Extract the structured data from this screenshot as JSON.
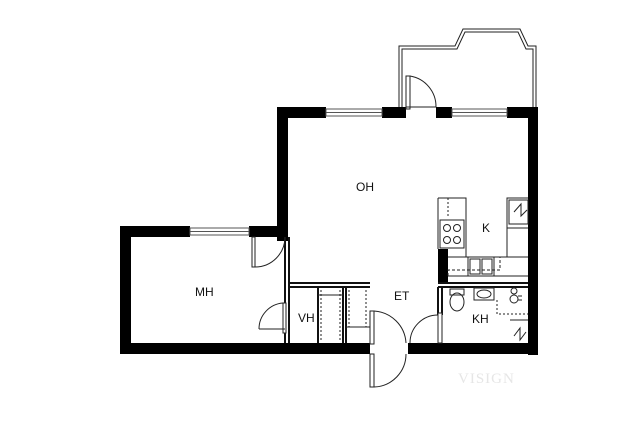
{
  "rooms": {
    "living": "OH",
    "kitchen": "K",
    "bedroom": "MH",
    "closet": "VH",
    "hall": "ET",
    "bathroom": "KH"
  },
  "watermark": "VISIGN",
  "colors": {
    "wall": "#000000",
    "line": "#222222",
    "window": "#9a9a9a"
  }
}
